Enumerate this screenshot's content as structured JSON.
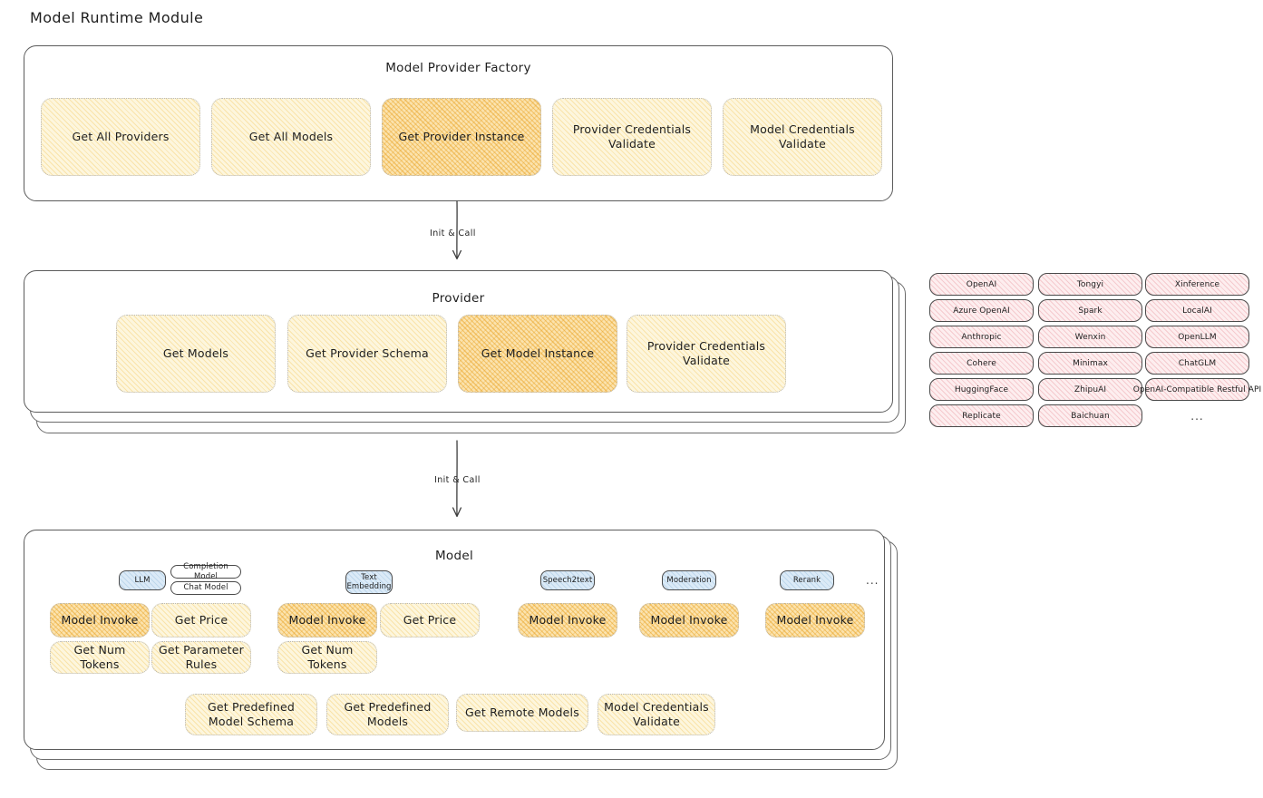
{
  "page": {
    "title": "Model Runtime Module"
  },
  "factory": {
    "title": "Model Provider Factory",
    "methods": [
      {
        "label": "Get All Providers",
        "highlight": false
      },
      {
        "label": "Get All Models",
        "highlight": false
      },
      {
        "label": "Get Provider Instance",
        "highlight": true
      },
      {
        "label": "Provider Credentials Validate",
        "highlight": false
      },
      {
        "label": "Model Credentials Validate",
        "highlight": false
      }
    ]
  },
  "connector_1": {
    "label": "Init & Call"
  },
  "provider": {
    "title": "Provider",
    "methods": [
      {
        "label": "Get Models",
        "highlight": false
      },
      {
        "label": "Get Provider Schema",
        "highlight": false
      },
      {
        "label": "Get Model Instance",
        "highlight": true
      },
      {
        "label": "Provider Credentials Validate",
        "highlight": false
      }
    ]
  },
  "provider_list": {
    "columns": [
      {
        "items": [
          "OpenAI",
          "Azure OpenAI",
          "Anthropic",
          "Cohere",
          "HuggingFace",
          "Replicate"
        ],
        "ellipsis": false
      },
      {
        "items": [
          "Tongyi",
          "Spark",
          "Wenxin",
          "Minimax",
          "ZhipuAI",
          "Baichuan"
        ],
        "ellipsis": false
      },
      {
        "items": [
          "Xinference",
          "LocalAI",
          "OpenLLM",
          "ChatGLM",
          "OpenAI-Compatible Restful API"
        ],
        "ellipsis": true,
        "ellipsis_label": "..."
      }
    ]
  },
  "connector_2": {
    "label": "Init & Call"
  },
  "model": {
    "title": "Model",
    "more_types_label": "...",
    "types": [
      {
        "name": "LLM",
        "subtypes": [
          "Completion Model",
          "Chat Model"
        ],
        "methods": [
          {
            "label": "Model Invoke",
            "highlight": true
          },
          {
            "label": "Get Price",
            "highlight": false
          },
          {
            "label": "Get Num Tokens",
            "highlight": false
          },
          {
            "label": "Get Parameter Rules",
            "highlight": false
          }
        ]
      },
      {
        "name": "Text Embedding",
        "subtypes": [],
        "methods": [
          {
            "label": "Model Invoke",
            "highlight": true
          },
          {
            "label": "Get Price",
            "highlight": false
          },
          {
            "label": "Get Num Tokens",
            "highlight": false
          }
        ]
      },
      {
        "name": "Speech2text",
        "subtypes": [],
        "methods": [
          {
            "label": "Model Invoke",
            "highlight": true
          }
        ]
      },
      {
        "name": "Moderation",
        "subtypes": [],
        "methods": [
          {
            "label": "Model Invoke",
            "highlight": true
          }
        ]
      },
      {
        "name": "Rerank",
        "subtypes": [],
        "methods": [
          {
            "label": "Model Invoke",
            "highlight": true
          }
        ]
      }
    ],
    "shared_methods": [
      {
        "label": "Get Predefined Model Schema",
        "highlight": false
      },
      {
        "label": "Get Predefined Models",
        "highlight": false
      },
      {
        "label": "Get Remote Models",
        "highlight": false
      },
      {
        "label": "Model Credentials Validate",
        "highlight": false
      }
    ]
  },
  "colors": {
    "chip_fill": "#fdf6dd",
    "chip_highlight_fill": "#fbe3ae",
    "provider_chip_fill": "#fdeeef",
    "type_chip_fill": "#dbeaf7",
    "stroke": "#1e1e1e",
    "background": "#ffffff"
  }
}
